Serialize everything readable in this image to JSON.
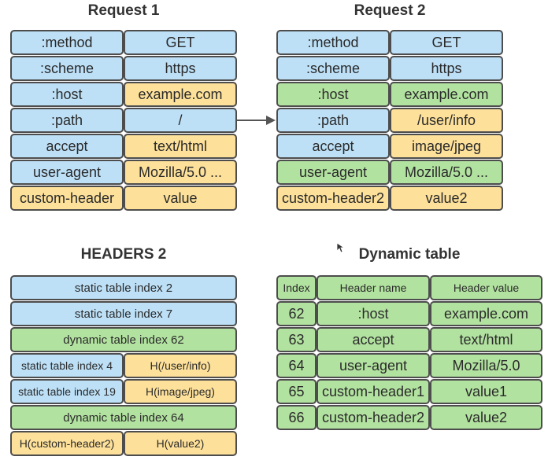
{
  "request1": {
    "title": "Request 1",
    "rows": [
      {
        "name": ":method",
        "value": "GET"
      },
      {
        "name": ":scheme",
        "value": "https"
      },
      {
        "name": ":host",
        "value": "example.com"
      },
      {
        "name": ":path",
        "value": "/"
      },
      {
        "name": "accept",
        "value": "text/html"
      },
      {
        "name": "user-agent",
        "value": "Mozilla/5.0 ..."
      },
      {
        "name": "custom-header",
        "value": "value"
      }
    ]
  },
  "request2": {
    "title": "Request 2",
    "rows": [
      {
        "name": ":method",
        "value": "GET"
      },
      {
        "name": ":scheme",
        "value": "https"
      },
      {
        "name": ":host",
        "value": "example.com"
      },
      {
        "name": ":path",
        "value": "/user/info"
      },
      {
        "name": "accept",
        "value": "image/jpeg"
      },
      {
        "name": "user-agent",
        "value": "Mozilla/5.0 ..."
      },
      {
        "name": "custom-header2",
        "value": "value2"
      }
    ]
  },
  "headers2": {
    "title": "HEADERS 2",
    "rows": [
      {
        "full": "static table index 2"
      },
      {
        "full": "static table index 7"
      },
      {
        "full": "dynamic table index 62"
      },
      {
        "left": "static table index 4",
        "right": "H(/user/info)"
      },
      {
        "left": "static table index 19",
        "right": "H(image/jpeg)"
      },
      {
        "full": "dynamic table index 64"
      },
      {
        "left": "H(custom-header2)",
        "right": "H(value2)"
      }
    ]
  },
  "dynamic_table": {
    "title": "Dynamic table",
    "header": {
      "index": "Index",
      "name": "Header name",
      "value": "Header value"
    },
    "rows": [
      {
        "index": "62",
        "name": ":host",
        "value": "example.com"
      },
      {
        "index": "63",
        "name": "accept",
        "value": "text/html"
      },
      {
        "index": "64",
        "name": "user-agent",
        "value": "Mozilla/5.0"
      },
      {
        "index": "65",
        "name": "custom-header1",
        "value": "value1"
      },
      {
        "index": "66",
        "name": "custom-header2",
        "value": "value2"
      }
    ]
  },
  "colors": {
    "blue": "#bde0f7",
    "yellow": "#fde09a",
    "green": "#b2e2a0",
    "border": "#4d4d4d"
  }
}
